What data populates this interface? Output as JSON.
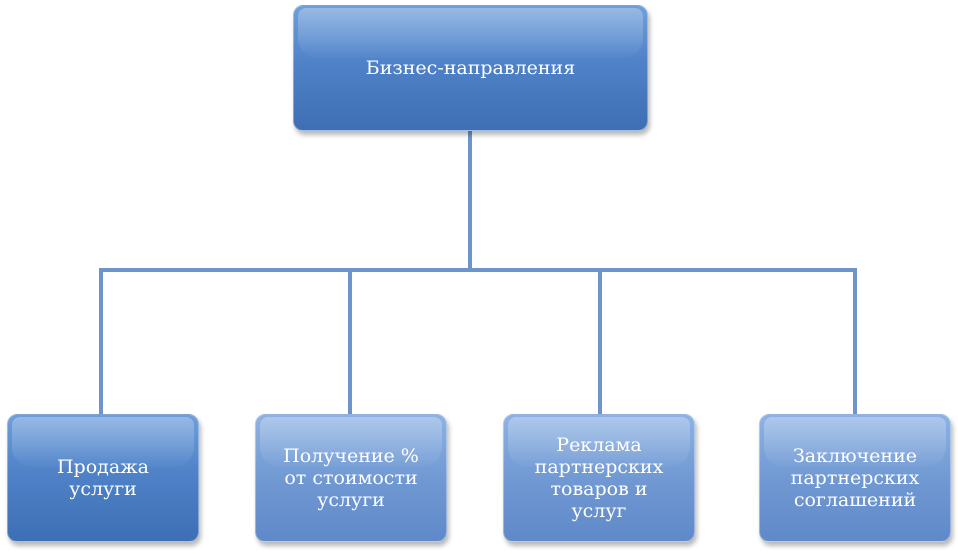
{
  "diagram": {
    "root": {
      "label": "Бизнес-направления",
      "fill": "#4f82c8"
    },
    "children": [
      {
        "label": "Продажа\nуслуги",
        "fill": "#4f82c8"
      },
      {
        "label": "Получение %\nот стоимости\nуслуги",
        "fill": "#7199d3"
      },
      {
        "label": "Реклама\nпартнерских\nтоваров и\nуслуг",
        "fill": "#7199d3"
      },
      {
        "label": "Заключение\nпартнерских\nсоглашений",
        "fill": "#7199d3"
      }
    ],
    "connector_color": "#6e94cc"
  }
}
